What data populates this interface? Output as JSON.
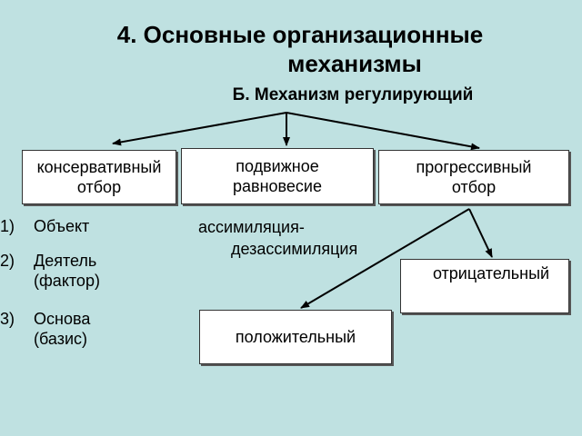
{
  "title": {
    "line1": "4. Основные организационные",
    "line2": "механизмы"
  },
  "subtitle": "Б. Механизм регулирующий",
  "boxes": {
    "conservative": "консервативный\nотбор",
    "mobile": "подвижное\nравновесие",
    "progressive": "прогрессивный\nотбор",
    "negative": "отрицательный",
    "positive": "положительный"
  },
  "list": [
    {
      "num": "1)",
      "text": "Объект"
    },
    {
      "num": "2)",
      "text": "Деятель\n(фактор)"
    },
    {
      "num": "3)",
      "text": "Основа  (базис)"
    }
  ],
  "assimilation": {
    "line1": "ассимиляция-",
    "line2": "дезассимиляция"
  },
  "colors": {
    "background": "#bfe1e1",
    "box": "#ffffff",
    "line": "#000000"
  }
}
